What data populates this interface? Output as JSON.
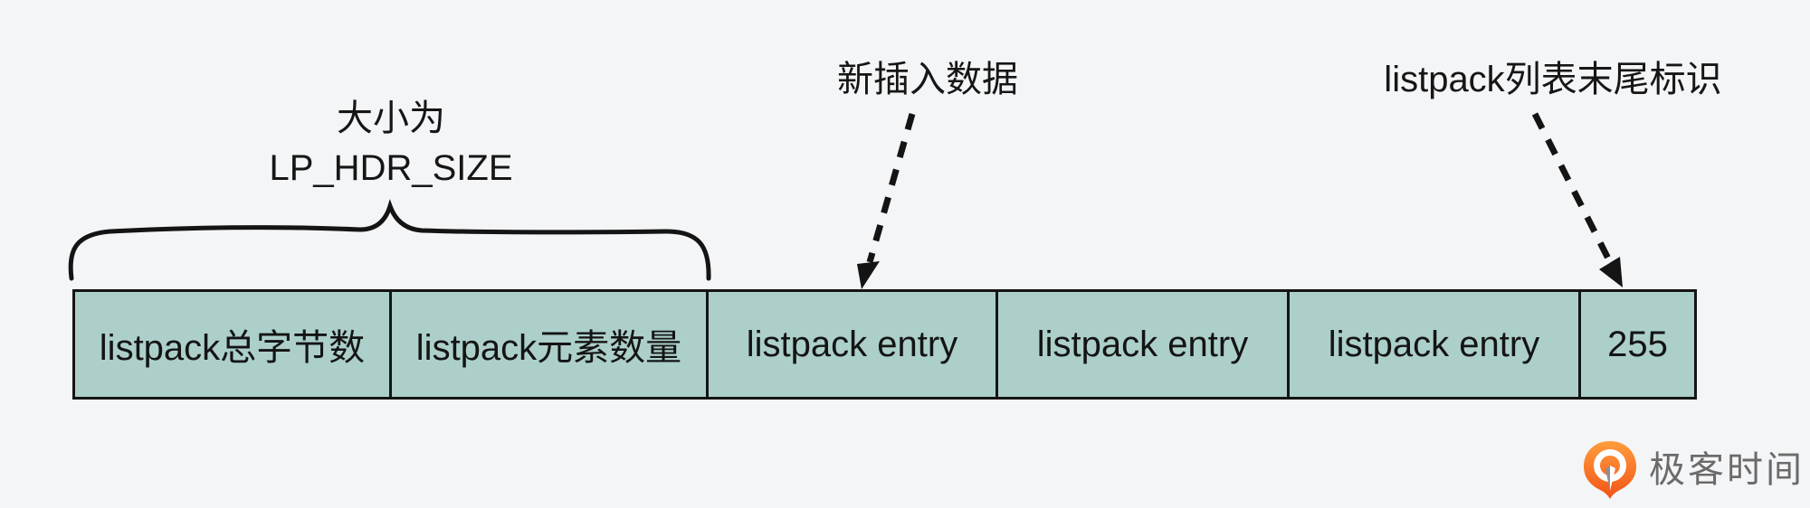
{
  "canvas": {
    "background": "#f4f5f7"
  },
  "brace": {
    "label_line1": "大小为",
    "label_line2": "LP_HDR_SIZE",
    "spans_cells": [
      "listpack总字节数",
      "listpack元素数量"
    ],
    "color": "#141414"
  },
  "annotations": {
    "new_data": {
      "text": "新插入数据",
      "points_to": "listpack entry (first)"
    },
    "end_marker": {
      "text": "listpack列表末尾标识",
      "points_to": "255"
    }
  },
  "listpack": {
    "cell_fill": "#accfca",
    "border_color": "#141414",
    "cells": [
      {
        "label": "listpack总字节数"
      },
      {
        "label": "listpack元素数量"
      },
      {
        "label": "listpack entry"
      },
      {
        "label": "listpack entry"
      },
      {
        "label": "listpack entry"
      },
      {
        "label": "255"
      }
    ]
  },
  "branding": {
    "logo_text": "极客时间",
    "logo_icon": "geektime-pin-icon",
    "logo_orange_top": "#ff9d3c",
    "logo_orange_bottom": "#f25317",
    "text_color": "#6b6b6b"
  }
}
